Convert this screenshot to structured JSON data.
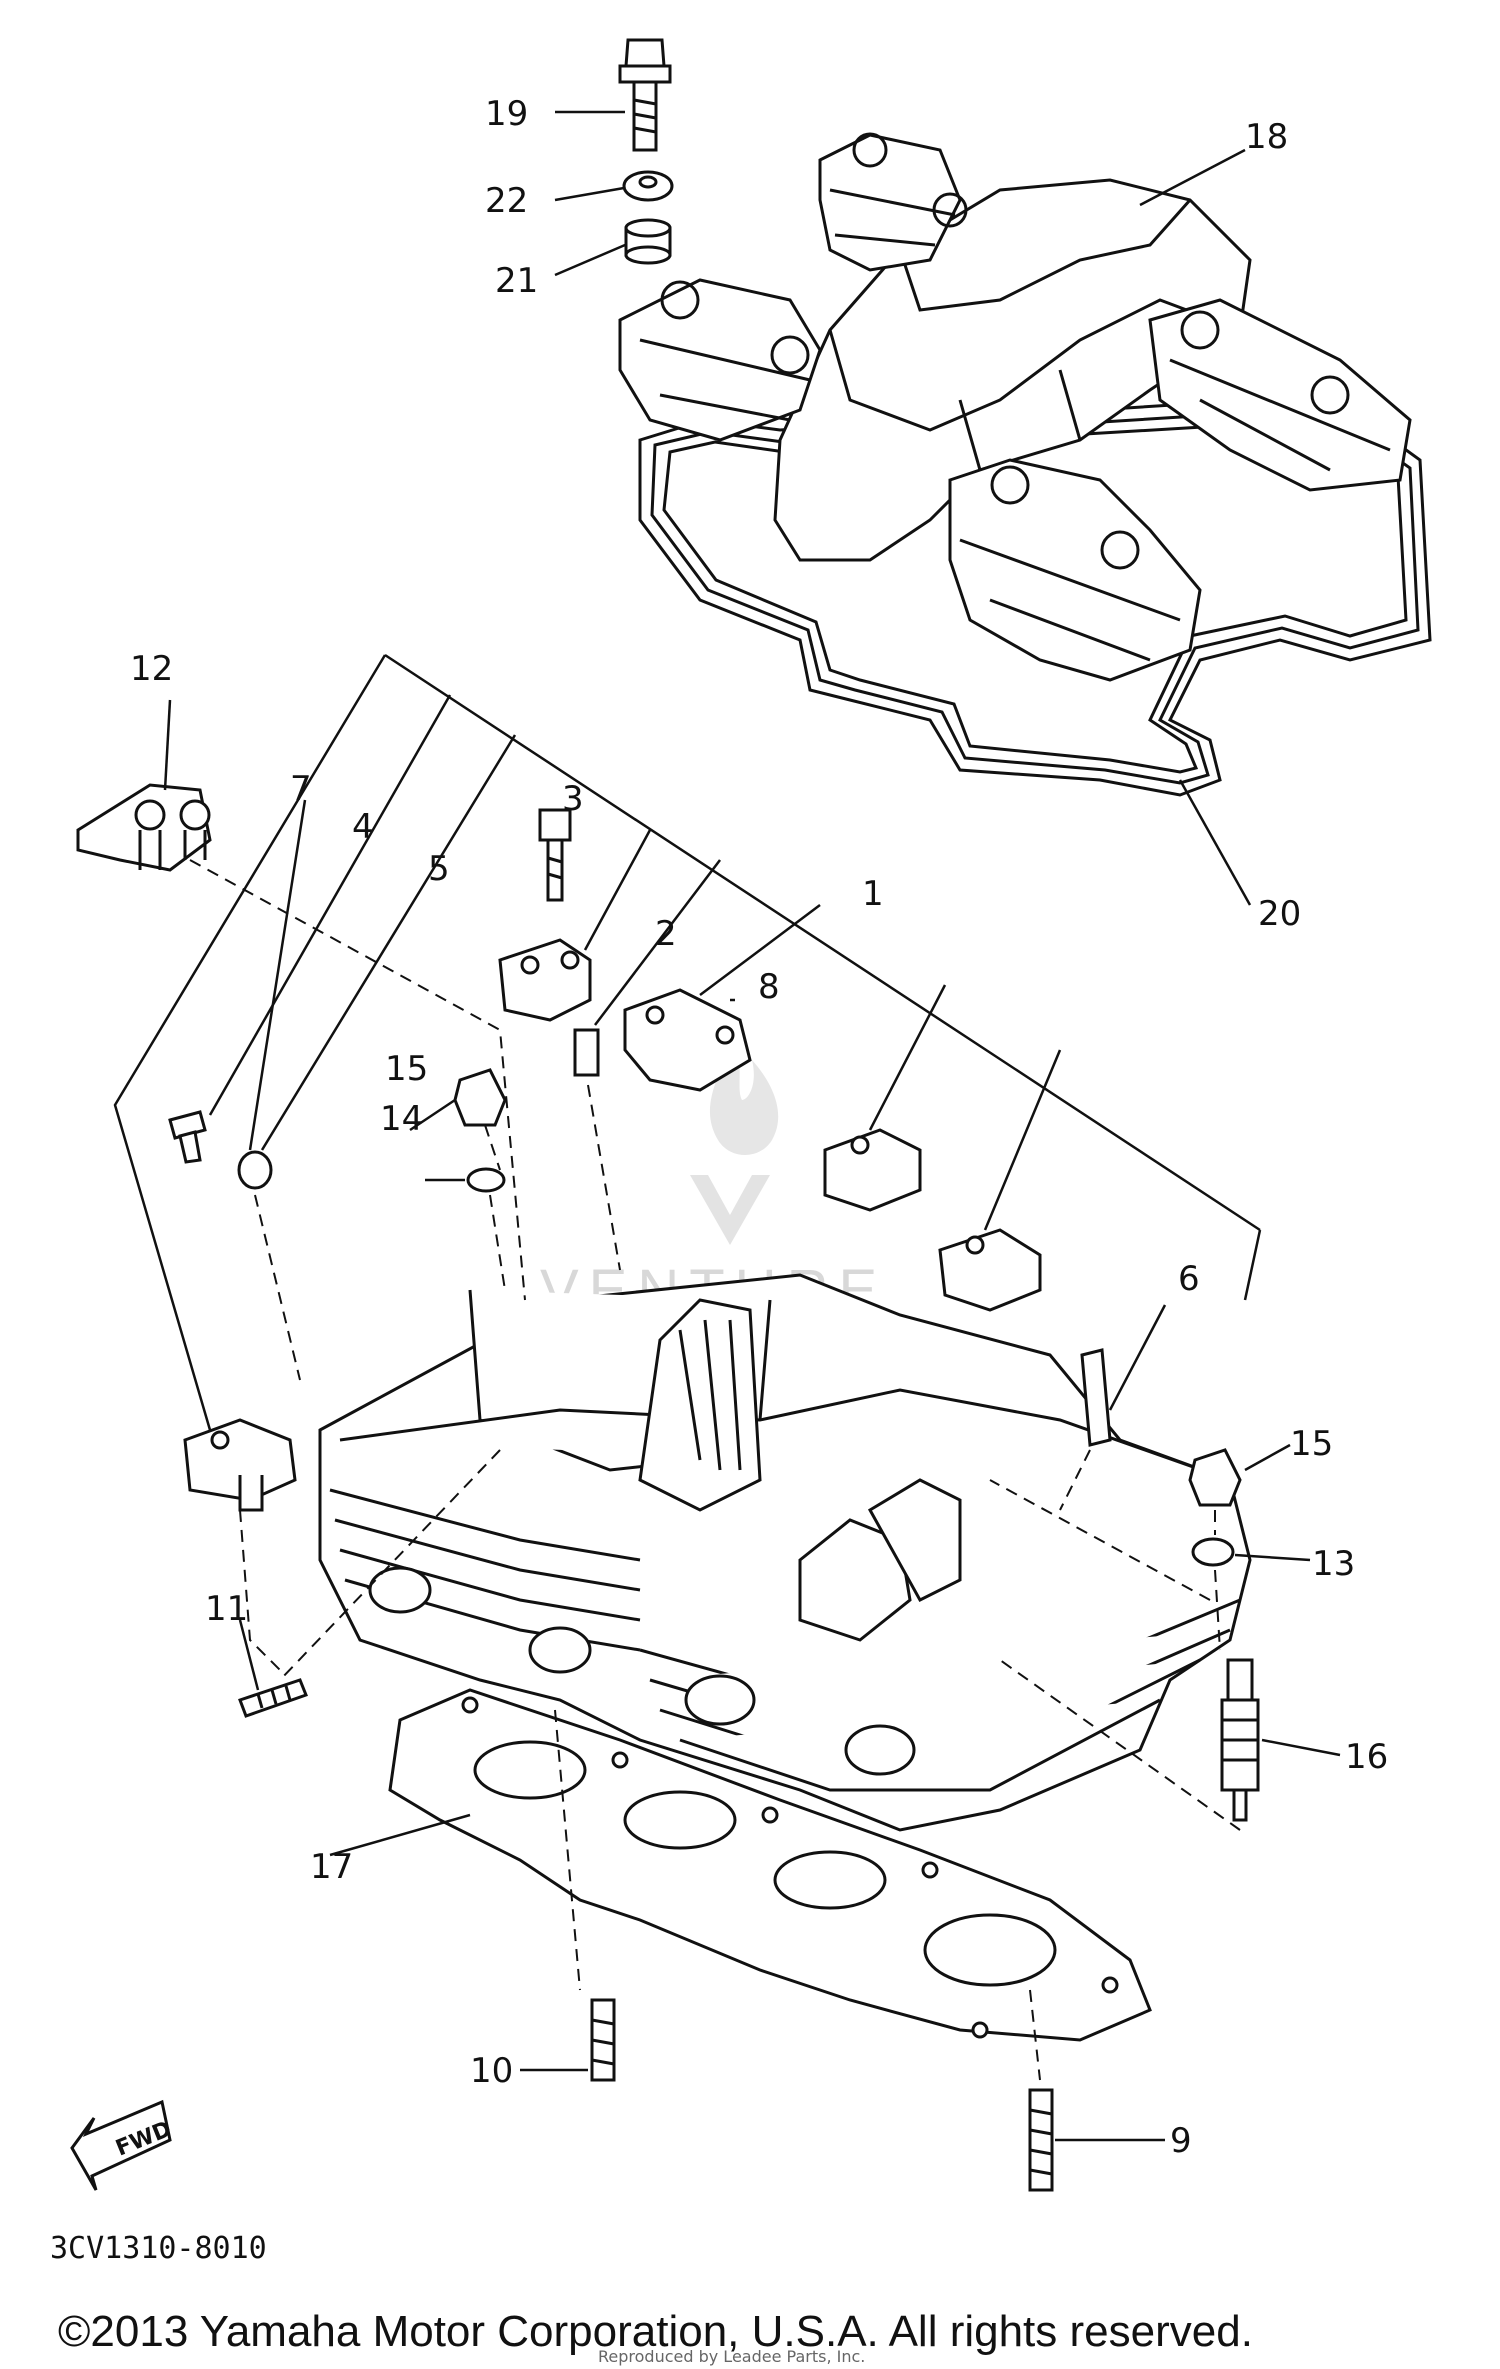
{
  "diagram": {
    "drawing_code": "3CV1310-8010",
    "copyright": "©2013 Yamaha Motor Corporation, U.S.A. All rights reserved.",
    "sub_note": "Reproduced by Leadee Parts, Inc.",
    "fwd_label": "FWD",
    "watermark_text": "VENTURE",
    "callouts": [
      "1",
      "2",
      "3",
      "4",
      "5",
      "6",
      "7",
      "8",
      "9",
      "10",
      "11",
      "12",
      "13",
      "14",
      "15",
      "15",
      "16",
      "17",
      "18",
      "19",
      "20",
      "21",
      "22"
    ]
  }
}
